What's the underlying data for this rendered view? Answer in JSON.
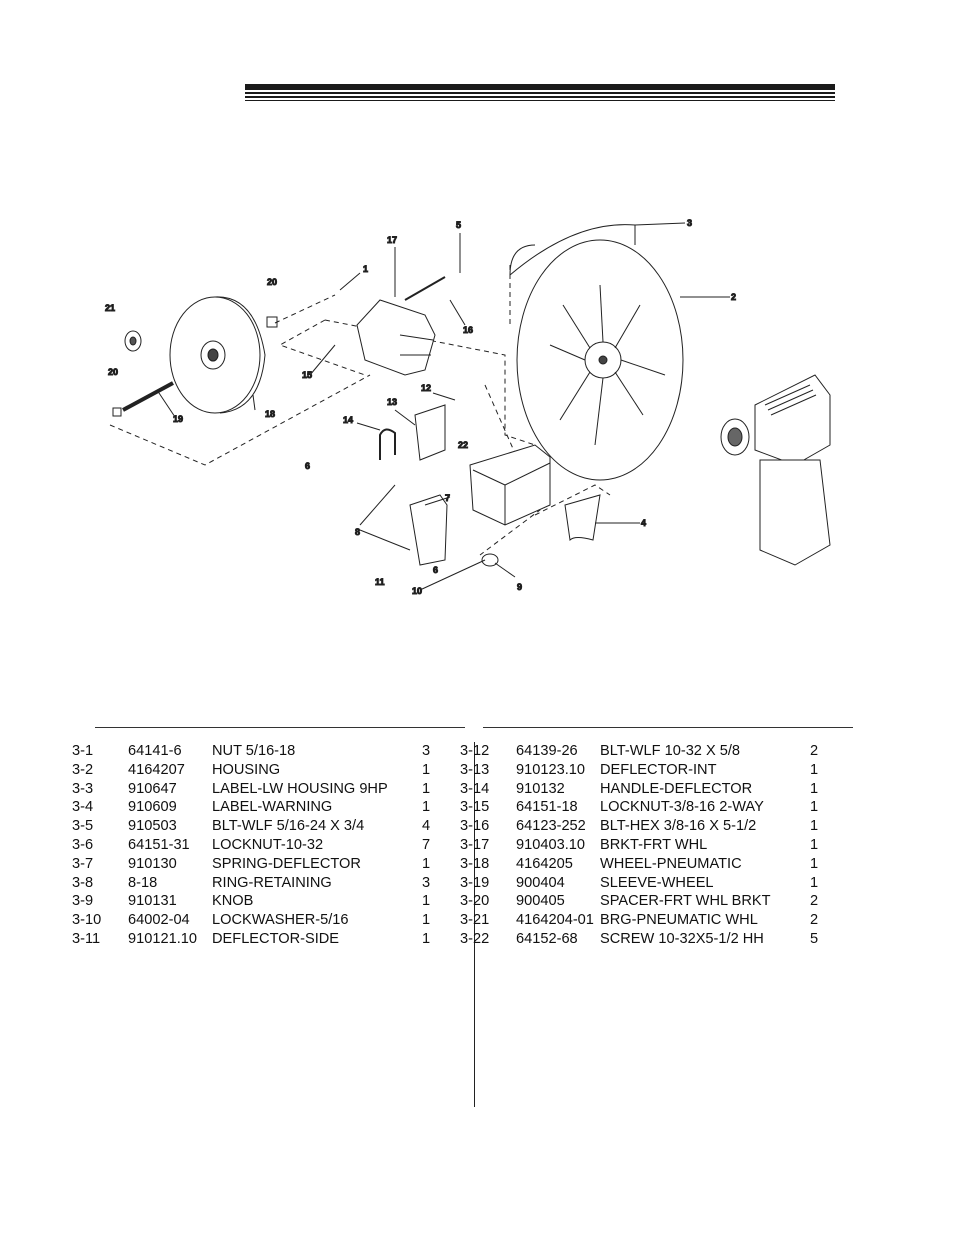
{
  "diagram": {
    "callouts": [
      "1",
      "2",
      "3",
      "4",
      "5",
      "6",
      "6",
      "7",
      "8",
      "9",
      "10",
      "11",
      "12",
      "13",
      "14",
      "15",
      "16",
      "17",
      "18",
      "19",
      "20",
      "20",
      "21",
      "22"
    ]
  },
  "parts_left": [
    {
      "ref": "3-1",
      "part_no": "64141-6",
      "desc": "NUT 5/16-18",
      "qty": "3"
    },
    {
      "ref": "3-2",
      "part_no": "4164207",
      "desc": "HOUSING",
      "qty": "1"
    },
    {
      "ref": "3-3",
      "part_no": "910647",
      "desc": "LABEL-LW HOUSING 9HP",
      "qty": "1"
    },
    {
      "ref": "3-4",
      "part_no": "910609",
      "desc": "LABEL-WARNING",
      "qty": "1"
    },
    {
      "ref": "3-5",
      "part_no": "910503",
      "desc": "BLT-WLF 5/16-24 X 3/4",
      "qty": "4"
    },
    {
      "ref": "3-6",
      "part_no": "64151-31",
      "desc": "LOCKNUT-10-32",
      "qty": "7"
    },
    {
      "ref": "3-7",
      "part_no": "910130",
      "desc": "SPRING-DEFLECTOR",
      "qty": "1"
    },
    {
      "ref": "3-8",
      "part_no": "8-18",
      "desc": "RING-RETAINING",
      "qty": "3"
    },
    {
      "ref": "3-9",
      "part_no": "910131",
      "desc": "KNOB",
      "qty": "1"
    },
    {
      "ref": "3-10",
      "part_no": "64002-04",
      "desc": "LOCKWASHER-5/16",
      "qty": "1"
    },
    {
      "ref": "3-11",
      "part_no": "910121.10",
      "desc": "DEFLECTOR-SIDE",
      "qty": "1"
    }
  ],
  "parts_right": [
    {
      "ref": "3-12",
      "part_no": "64139-26",
      "desc": "BLT-WLF 10-32 X 5/8",
      "qty": "2"
    },
    {
      "ref": "3-13",
      "part_no": "910123.10",
      "desc": "DEFLECTOR-INT",
      "qty": "1"
    },
    {
      "ref": "3-14",
      "part_no": "910132",
      "desc": "HANDLE-DEFLECTOR",
      "qty": "1"
    },
    {
      "ref": "3-15",
      "part_no": "64151-18",
      "desc": "LOCKNUT-3/8-16 2-WAY",
      "qty": "1"
    },
    {
      "ref": "3-16",
      "part_no": "64123-252",
      "desc": "BLT-HEX 3/8-16 X 5-1/2",
      "qty": "1"
    },
    {
      "ref": "3-17",
      "part_no": "910403.10",
      "desc": "BRKT-FRT WHL",
      "qty": "1"
    },
    {
      "ref": "3-18",
      "part_no": "4164205",
      "desc": "WHEEL-PNEUMATIC",
      "qty": "1"
    },
    {
      "ref": "3-19",
      "part_no": "900404",
      "desc": "SLEEVE-WHEEL",
      "qty": "1"
    },
    {
      "ref": "3-20",
      "part_no": "900405",
      "desc": "SPACER-FRT WHL BRKT",
      "qty": "2"
    },
    {
      "ref": "3-21",
      "part_no": "4164204-01",
      "desc": "BRG-PNEUMATIC WHL",
      "qty": "2"
    },
    {
      "ref": "3-22",
      "part_no": "64152-68",
      "desc": "SCREW 10-32X5-1/2 HH",
      "qty": "5"
    }
  ]
}
